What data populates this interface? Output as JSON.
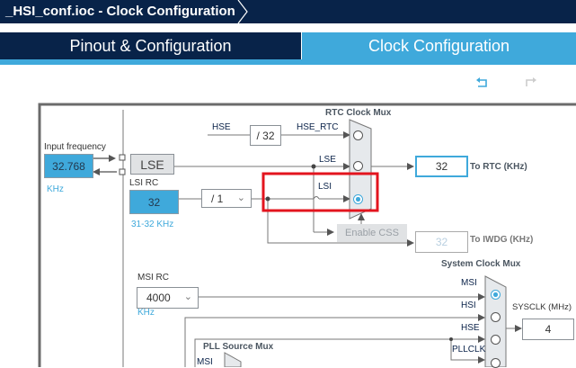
{
  "window": {
    "title": "_HSI_conf.ioc - Clock Configuration"
  },
  "tabs": [
    {
      "label": "Pinout & Configuration",
      "active": false
    },
    {
      "label": "Clock Configuration",
      "active": true
    }
  ],
  "toolbar": {
    "undo_icon": "undo-icon",
    "redo_icon": "redo-icon"
  },
  "colors": {
    "navy": "#082349",
    "accent": "#3fa9db",
    "highlight": "#e3141e"
  },
  "diagram": {
    "input_frequency": {
      "label": "Input frequency",
      "value": "32.768",
      "unit": "KHz"
    },
    "lse": {
      "label": "LSE"
    },
    "lsi_rc": {
      "label": "LSI RC",
      "value": "32",
      "range": "31-32 KHz"
    },
    "lsi_divider": {
      "value": "/ 1"
    },
    "hse_label": "HSE",
    "hse_divider": "/ 32",
    "hse_rtc_label": "HSE_RTC",
    "rtc_mux": {
      "label": "RTC Clock Mux",
      "inputs": [
        "HSE_RTC",
        "LSE",
        "LSI"
      ],
      "selected": "LSI"
    },
    "to_rtc": {
      "value": "32",
      "label": "To RTC (KHz)"
    },
    "enable_css": "Enable CSS",
    "to_iwdg": {
      "value": "32",
      "label": "To IWDG (KHz)"
    },
    "msi_rc": {
      "label": "MSI RC",
      "value": "4000",
      "unit": "KHz"
    },
    "sys_mux": {
      "label": "System Clock Mux",
      "inputs": [
        "MSI",
        "HSI",
        "HSE",
        "PLLCLK"
      ],
      "selected": "MSI"
    },
    "sysclk": {
      "label": "SYSCLK (MHz)",
      "value": "4"
    },
    "pll_source_mux": {
      "label": "PLL Source Mux",
      "input": "MSI"
    }
  }
}
